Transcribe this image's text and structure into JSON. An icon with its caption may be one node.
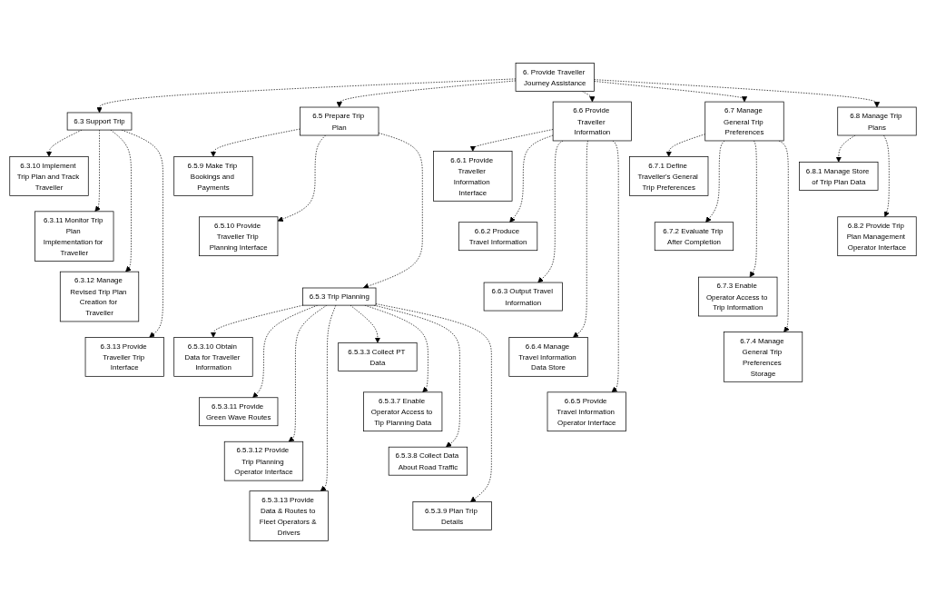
{
  "diagram": {
    "nodes": [
      {
        "text": [
          "6. Provide Traveller Journey Assistance"
        ]
      },
      {
        "text": [
          "6.3 Support Trip"
        ]
      },
      {
        "text": [
          "6.3.10 Implement Trip Plan and Track Traveller"
        ]
      },
      {
        "text": [
          "6.3.11 Monitor Trip Plan Implementation for Traveller"
        ]
      },
      {
        "text": [
          "6.3.12 Manage Revised Trip Plan Creation for Traveller"
        ]
      },
      {
        "text": [
          "6.3.13 Provide Traveller Trip Interface"
        ]
      },
      {
        "text": [
          "6.5 Prepare Trip Plan"
        ]
      },
      {
        "text": [
          "6.5.9 Make Trip Bookings and Payments"
        ]
      },
      {
        "text": [
          "6.5.10 Provide Traveller Trip Planning Interface"
        ]
      },
      {
        "text": [
          "6.5.3 Trip Planning"
        ]
      },
      {
        "text": [
          "6.5.3.10 Obtain Data for Traveller Information"
        ]
      },
      {
        "text": [
          "6.5.3.11 Provide Green Wave Routes"
        ]
      },
      {
        "text": [
          "6.5.3.12 Provide Trip Planning Operator Interface"
        ]
      },
      {
        "text": [
          "6.5.3.13 Provide Data & Routes to Fleet Operators & Drivers"
        ]
      },
      {
        "text": [
          "6.5.3.3 Collect PT Data"
        ]
      },
      {
        "text": [
          "6.5.3.7 Enable Operator Access to Tip Planning Data"
        ]
      },
      {
        "text": [
          "6.5.3.8 Collect Data About Road Traffic"
        ]
      },
      {
        "text": [
          "6.5.3.9 Plan Trip Details"
        ]
      },
      {
        "text": [
          "6.6 Provide Traveller Information"
        ]
      },
      {
        "text": [
          "6.6.1 Provide Traveller Information Interface"
        ]
      },
      {
        "text": [
          "6.6.2 Produce Travel Information"
        ]
      },
      {
        "text": [
          "6.6.3 Output Travel Information"
        ]
      },
      {
        "text": [
          "6.6.4 Manage Travel Information Data Store"
        ]
      },
      {
        "text": [
          "6.6.5 Provide Travel Information Operator Interface"
        ]
      },
      {
        "text": [
          "6.7 Manage General Trip Preferences"
        ]
      },
      {
        "text": [
          "6.7.1 Define Traveller's General Trip Preferences"
        ]
      },
      {
        "text": [
          "6.7.2 Evaluate Trip After Completion"
        ]
      },
      {
        "text": [
          "6.7.3 Enable Operator Access to Trip Information"
        ]
      },
      {
        "text": [
          "6.7.4 Manage General Trip Preferences Storage"
        ]
      },
      {
        "text": [
          "6.8 Manage Trip Plans"
        ]
      },
      {
        "text": [
          "6.8.1 Manage Store of Trip Plan Data"
        ]
      },
      {
        "text": [
          "6.8.2 Provide Trip Plan Management Operator Interface"
        ]
      }
    ],
    "edges": [
      {
        "from": 0,
        "to": 1,
        "arrow": "to",
        "style": "dashed"
      },
      {
        "from": 0,
        "to": 6,
        "arrow": "to",
        "style": "dashed"
      },
      {
        "from": 0,
        "to": 18,
        "arrow": "to",
        "style": "dashed"
      },
      {
        "from": 0,
        "to": 24,
        "arrow": "to",
        "style": "dashed"
      },
      {
        "from": 0,
        "to": 29,
        "arrow": "to",
        "style": "dashed"
      },
      {
        "from": 1,
        "to": 2,
        "arrow": "to",
        "style": "dashed"
      },
      {
        "from": 1,
        "to": 3,
        "arrow": "to",
        "style": "dashed"
      },
      {
        "from": 1,
        "to": 4,
        "arrow": "to",
        "style": "dashed"
      },
      {
        "from": 1,
        "to": 5,
        "arrow": "to",
        "style": "dashed"
      },
      {
        "from": 6,
        "to": 7,
        "arrow": "to",
        "style": "dashed"
      },
      {
        "from": 6,
        "to": 8,
        "arrow": "to",
        "style": "dashed"
      },
      {
        "from": 6,
        "to": 9,
        "arrow": "to",
        "style": "dashed"
      },
      {
        "from": 9,
        "to": 10,
        "arrow": "to",
        "style": "dashed"
      },
      {
        "from": 9,
        "to": 11,
        "arrow": "to",
        "style": "dashed"
      },
      {
        "from": 9,
        "to": 12,
        "arrow": "to",
        "style": "dashed"
      },
      {
        "from": 9,
        "to": 13,
        "arrow": "to",
        "style": "dashed"
      },
      {
        "from": 9,
        "to": 14,
        "arrow": "to",
        "style": "dashed"
      },
      {
        "from": 9,
        "to": 15,
        "arrow": "to",
        "style": "dashed"
      },
      {
        "from": 9,
        "to": 16,
        "arrow": "to",
        "style": "dashed"
      },
      {
        "from": 9,
        "to": 17,
        "arrow": "to",
        "style": "dashed"
      },
      {
        "from": 18,
        "to": 19,
        "arrow": "to",
        "style": "dashed"
      },
      {
        "from": 18,
        "to": 20,
        "arrow": "to",
        "style": "dashed"
      },
      {
        "from": 18,
        "to": 21,
        "arrow": "to",
        "style": "dashed"
      },
      {
        "from": 18,
        "to": 22,
        "arrow": "to",
        "style": "dashed"
      },
      {
        "from": 18,
        "to": 23,
        "arrow": "to",
        "style": "dashed"
      },
      {
        "from": 24,
        "to": 25,
        "arrow": "to",
        "style": "dashed"
      },
      {
        "from": 24,
        "to": 26,
        "arrow": "to",
        "style": "dashed"
      },
      {
        "from": 24,
        "to": 27,
        "arrow": "to",
        "style": "dashed"
      },
      {
        "from": 24,
        "to": 28,
        "arrow": "to",
        "style": "dashed"
      },
      {
        "from": 29,
        "to": 30,
        "arrow": "to",
        "style": "dashed"
      },
      {
        "from": 29,
        "to": 31,
        "arrow": "to",
        "style": "dashed"
      }
    ]
  }
}
